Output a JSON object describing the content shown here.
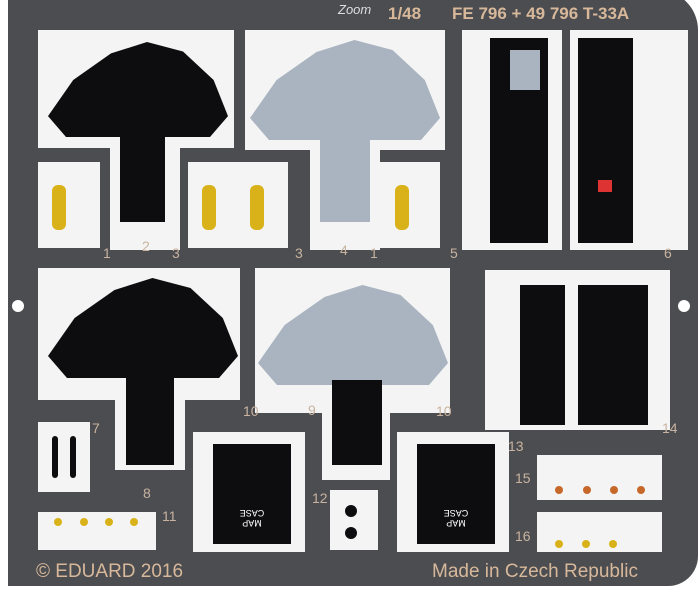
{
  "header": {
    "scale": "1/48",
    "product": "FE 796 + 49 796 T-33A",
    "logo": "Zoom"
  },
  "footer": {
    "copyright": "© EDUARD 2016",
    "origin": "Made in Czech Republic"
  },
  "part_numbers": {
    "p1a": "1",
    "p2": "2",
    "p3a": "3",
    "p3b": "3",
    "p4": "4",
    "p1b": "1",
    "p5": "5",
    "p6": "6",
    "p7": "7",
    "p8": "8",
    "p9": "9",
    "p10a": "10",
    "p10b": "10",
    "p11": "11",
    "p12": "12",
    "p13": "13",
    "p14": "14",
    "p15": "15",
    "p16": "16"
  },
  "map_case": {
    "line1": "MAP",
    "line2": "CASE"
  },
  "colors": {
    "fret": "#4b4d51",
    "panel_black": "#0d0d0f",
    "panel_grey": "#a9b4c0",
    "yellow": "#d9b21a",
    "orange": "#c5682a"
  }
}
